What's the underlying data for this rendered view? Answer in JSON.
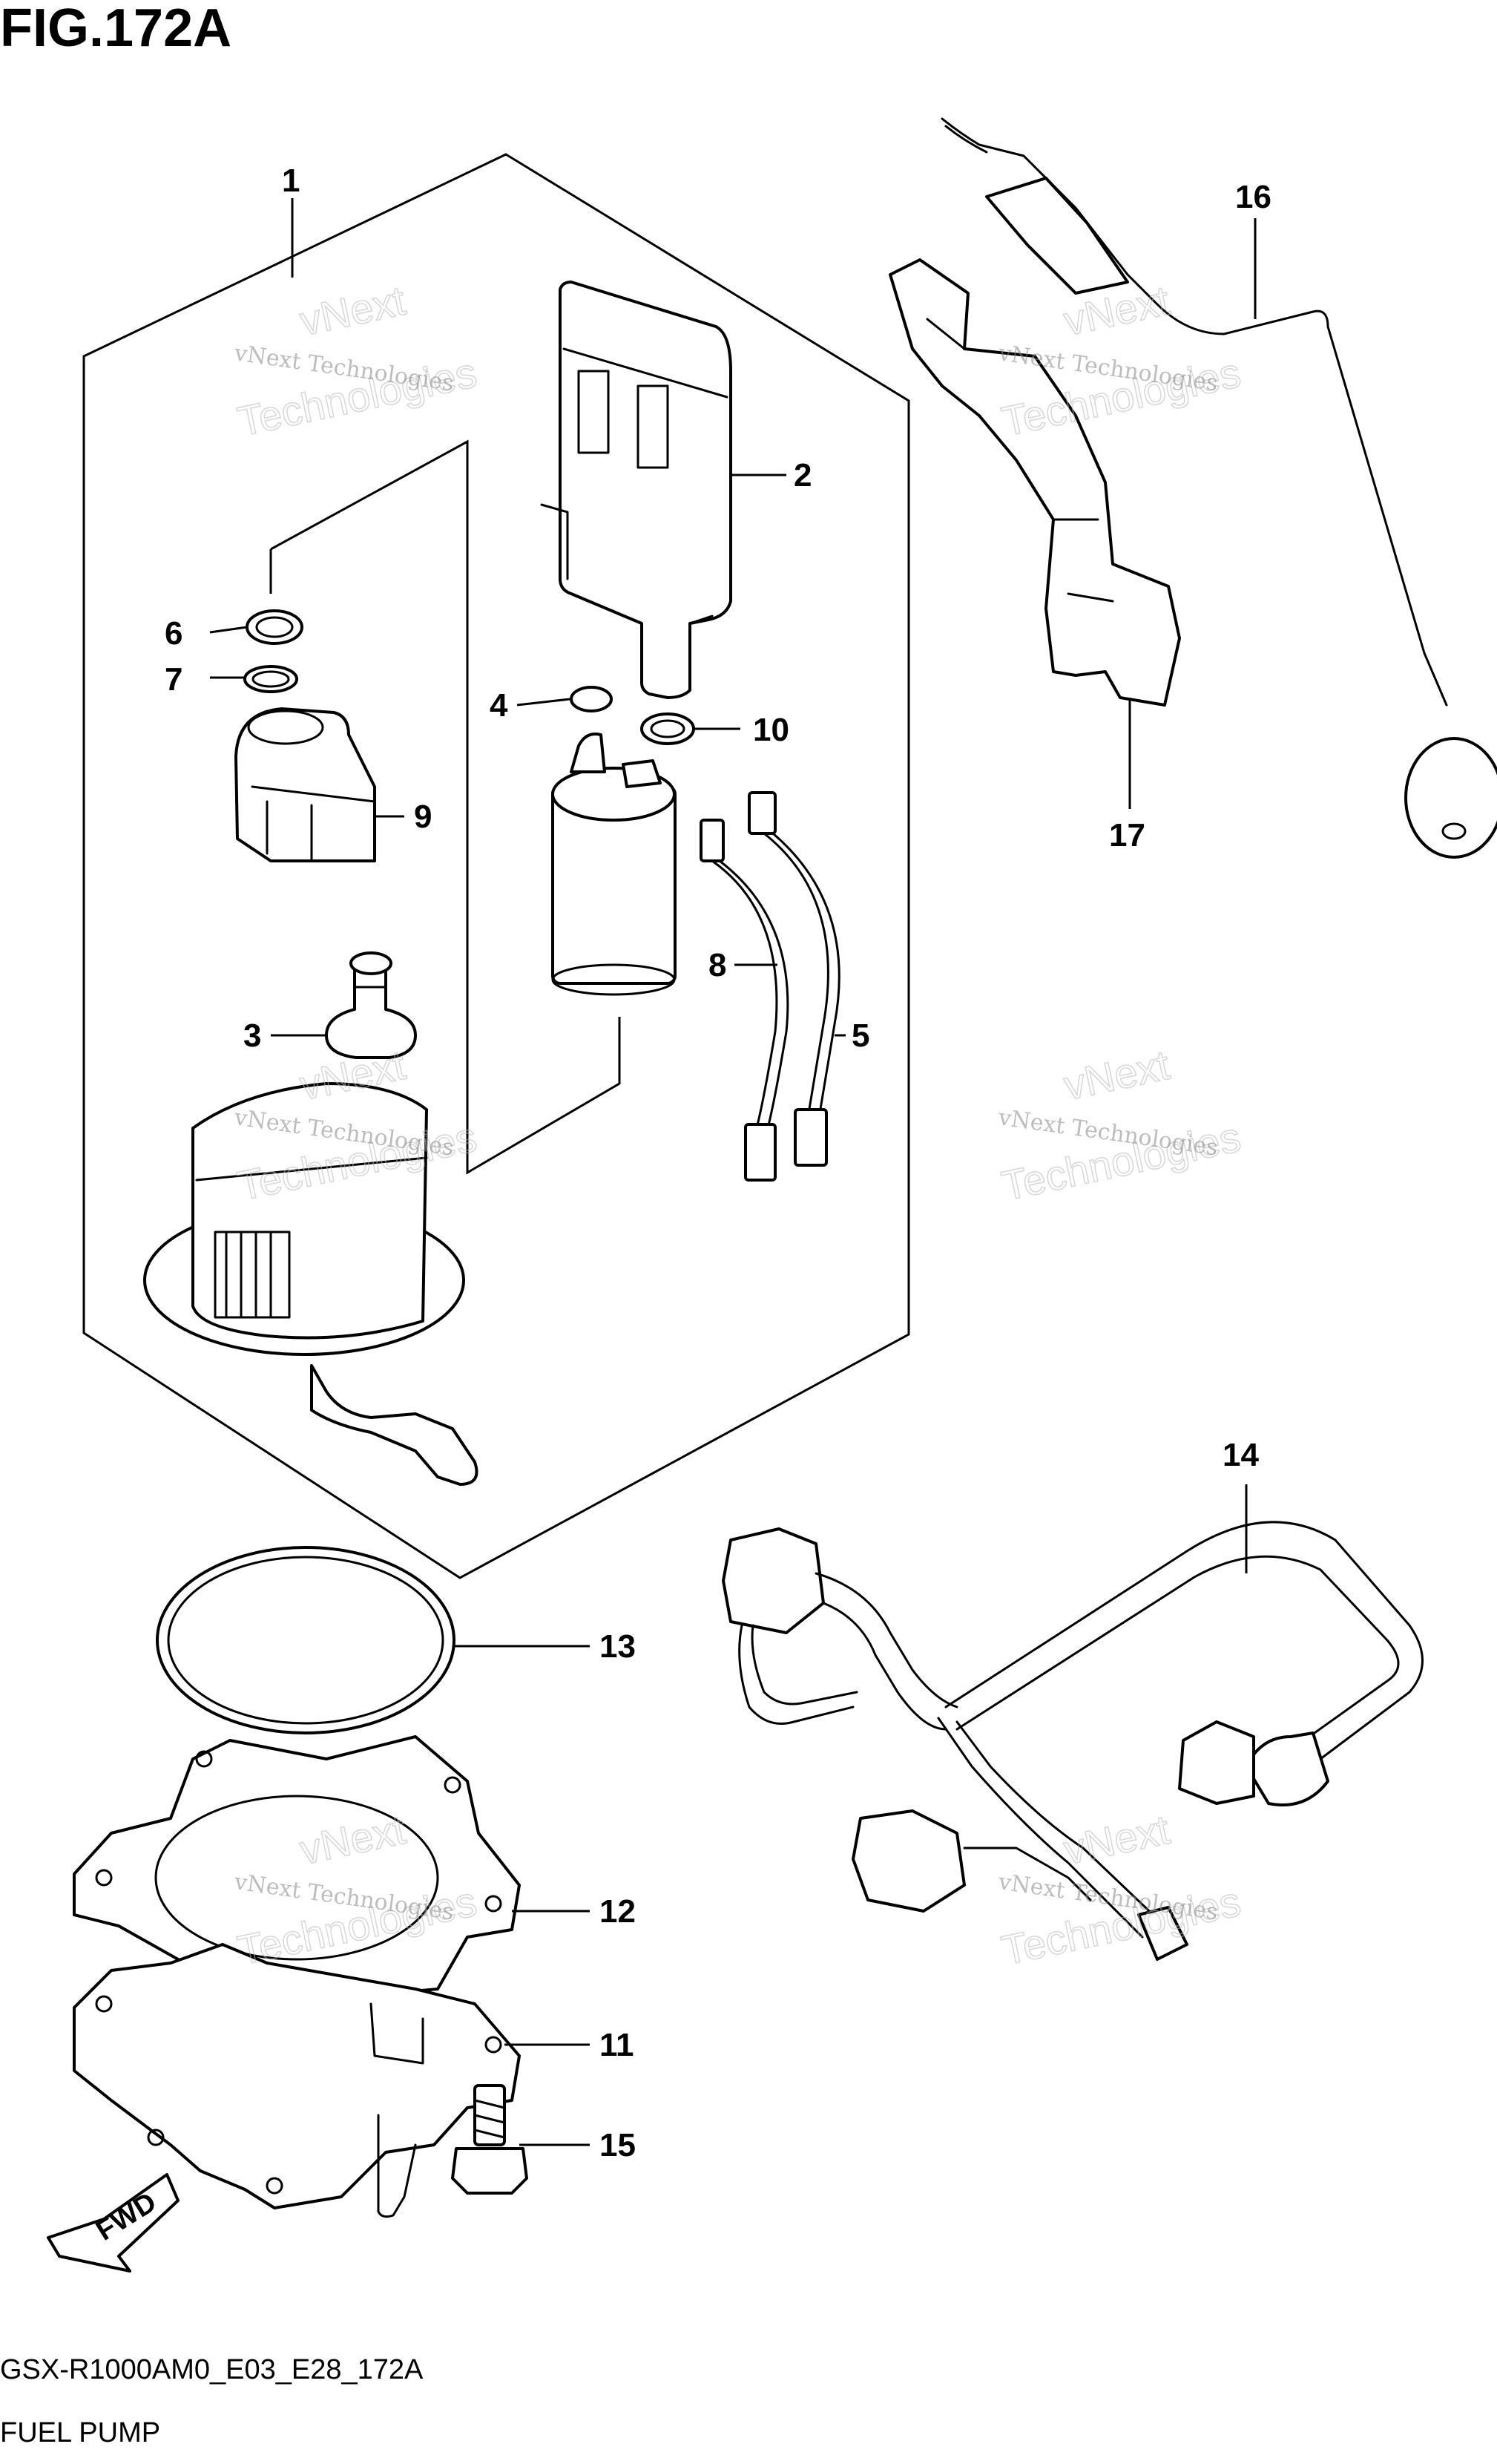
{
  "figure": {
    "title": "FIG.172A",
    "code": "GSX-R1000AM0_E03_E28_172A",
    "name": "FUEL PUMP"
  },
  "callouts": {
    "p1": "1",
    "p2": "2",
    "p3": "3",
    "p4": "4",
    "p5": "5",
    "p6": "6",
    "p7": "7",
    "p8": "8",
    "p9": "9",
    "p10": "10",
    "p11": "11",
    "p12": "12",
    "p13": "13",
    "p14": "14",
    "p15": "15",
    "p16": "16",
    "p17": "17"
  },
  "fwd_label": "FWD",
  "watermark": {
    "line1": "vNext Technologies",
    "line2": "vNext",
    "line3": "Technologies"
  }
}
